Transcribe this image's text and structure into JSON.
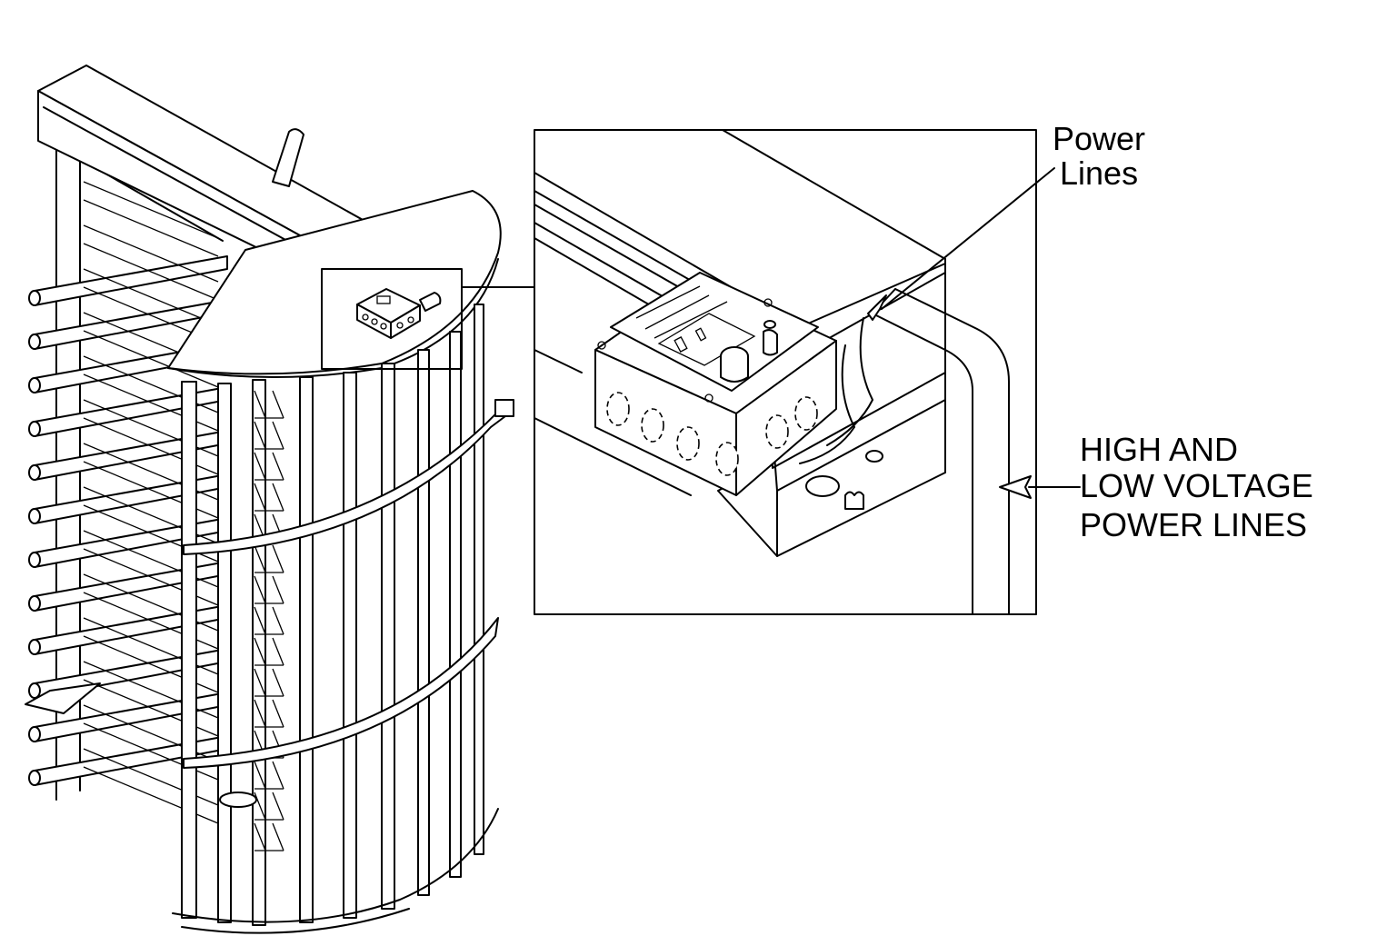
{
  "diagram": {
    "callouts": {
      "power_lines": {
        "line1": "Power",
        "line2": "Lines"
      },
      "hv_lv": {
        "line1": "HIGH AND",
        "line2": "LOW VOLTAGE",
        "line3": "POWER LINES"
      }
    },
    "colors": {
      "ink": "#000000",
      "paper": "#ffffff"
    }
  }
}
